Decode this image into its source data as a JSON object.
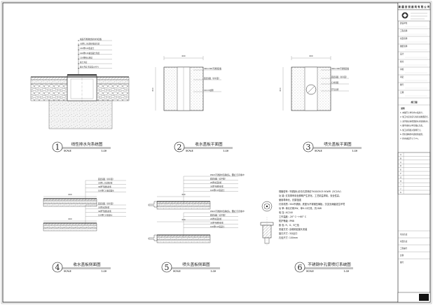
{
  "details": [
    {
      "id": "1",
      "title": "线性排水沟系统图",
      "scale_label": "SCALE",
      "scale": "1:10",
      "callouts": [
        "成品不锈钢线性排水沟盖板",
        "30厚1:2水泥砂浆结合层",
        "150厚C20混凝土",
        "100厚C15素混凝土垫层",
        "150厚碎石垫层",
        "素土夯实",
        "素土夯实 压实度≥93%"
      ]
    },
    {
      "id": "2",
      "title": "收水盖板平面图",
      "scale_label": "SCALE",
      "scale": "1:10",
      "callouts": [
        "300×300不锈钢盖板",
        "面层铺装（详平面）",
        "10mm缝隙"
      ],
      "dims": [
        "600",
        "600"
      ]
    },
    {
      "id": "3",
      "title": "喷头盖板平面图",
      "scale_label": "SCALE",
      "scale": "1:10",
      "callouts": [
        "300×300不锈钢盖板",
        "面层铺装（详平面）",
        "石材铺装",
        "开孔直径"
      ],
      "dims": [
        "600",
        "600"
      ]
    },
    {
      "id": "4",
      "title": "收水盖板侧面图",
      "scale_label": "SCALE",
      "scale": "1:10",
      "callouts_top": [
        "面层铺装（详平面）",
        "20厚1:2水泥砂浆",
        "30厚干硬性砂浆",
        "100厚C15素混凝土"
      ],
      "callouts_bottom": [
        "面层铺装（详平面）",
        "20厚水泥砂浆",
        "30厚干硬性砂浆",
        "100厚C15混凝土"
      ],
      "dims": [
        "600",
        "600"
      ]
    },
    {
      "id": "5",
      "title": "喷头盖板侧面图",
      "scale_label": "SCALE",
      "scale": "1:10",
      "callouts_top": [
        "DN15不锈钢中孔雾喷头，镶嵌于孔盖板中",
        "面层铺装（详平面）",
        "20厚水泥砂浆",
        "30厚干硬性砂浆",
        "100厚C15混凝土"
      ],
      "callouts_bottom": [
        "DN15不锈钢中孔雾喷头，镶嵌于孔盖板中",
        "面层铺装（详平面）",
        "20厚水泥砂浆",
        "30厚干硬性砂浆",
        "100厚C15混凝土"
      ],
      "dims": [
        "600",
        "600"
      ]
    },
    {
      "id": "6",
      "title": "不锈钢中孔雾喷灯系统图",
      "scale_label": "SCALE",
      "scale": "1:10",
      "spec_lines": [
        "规格型号: 不锈钢七彩中孔雾喷灯FXXG0503 90WR（3C24V）",
        "功    能: 灯具带有彩色照明产生雾化，工艺精益求精，安全性高，",
        "          使用寿命长，抗腐蚀强",
        "灯具材质: 304不锈钢，底座为不锈钢压铸板，沉淀无病菌滋生环境",
        "功    率: 单元灯珠3W，单9-12灯具，共18W",
        "电    压: AC24V",
        "工作温度: -20° C~+60° C",
        "防护等级: IP68",
        "颜    色: R、G、B三色",
        "安装方式: 出墙用铝接头安装",
        "接口尺寸: 3分丝口",
        "孔径尺寸: 100mm"
      ]
    }
  ],
  "title_block": {
    "company": "新 疆 亚 锐 建 筑 有 限 公 司",
    "fields": [
      "建设单位",
      "工程名称",
      "项目名称",
      "图纸名称",
      "设计",
      "校对",
      "审核",
      "审定",
      "图号",
      "日期"
    ],
    "sheet_label": "施工图",
    "notes_header": "说明",
    "notes": [
      "1. 本图尺寸单位均以毫米计。",
      "2. 施工时应注意与各专业图纸配合。",
      "3. 未尽事宜参照国家有关规范执行。",
      "4. 图中材料以甲方确认为准。",
      "5. 施工前须核对现场尺寸。",
      "6. 所有钢构件均需防锈处理。",
      "7. 排水坡度不小于1%。"
    ],
    "revision_rows": [
      "A",
      "B",
      "C",
      "D",
      "E",
      "F",
      "G",
      "H",
      "I",
      "J",
      "K"
    ],
    "footer_rows": [
      "专业负责",
      "项目负责",
      "工程编号",
      "比例",
      "图号"
    ]
  },
  "colors": {
    "line": "#333333",
    "border": "#111111",
    "accent": "#cc1111"
  }
}
